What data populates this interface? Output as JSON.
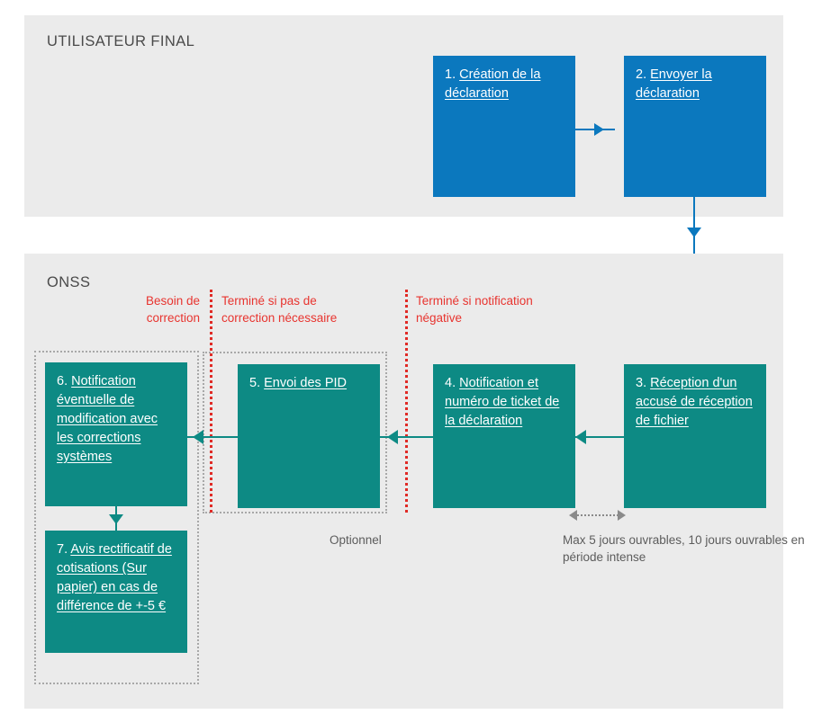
{
  "diagram": {
    "title_user_zone": "UTILISATEUR FINAL",
    "title_onss_zone": "ONSS",
    "colors": {
      "user_zone_accent": "#0b78be",
      "onss_zone_accent": "#0d8a84",
      "annotation_red": "#e8342f",
      "panel_background": "#ebebeb",
      "dotted_gray": "#a8a8a8"
    },
    "nodes": [
      {
        "id": "node-1",
        "number": "1.",
        "label": "Création de la déclaration",
        "zone": "UTILISATEUR FINAL",
        "color": "#0b78be"
      },
      {
        "id": "node-2",
        "number": "2.",
        "label": "Envoyer la déclaration",
        "zone": "UTILISATEUR FINAL",
        "color": "#0b78be"
      },
      {
        "id": "node-3",
        "number": "3.",
        "label": "Réception d'un accusé de réception de fichier",
        "zone": "ONSS",
        "color": "#0d8a84"
      },
      {
        "id": "node-4",
        "number": "4.",
        "label": "Notification et numéro de ticket de la déclaration",
        "zone": "ONSS",
        "color": "#0d8a84"
      },
      {
        "id": "node-5",
        "number": "5.",
        "label": "Envoi des PID",
        "zone": "ONSS",
        "color": "#0d8a84"
      },
      {
        "id": "node-6",
        "number": "6.",
        "label": "Notification éventuelle de modification avec les corrections systèmes",
        "zone": "ONSS",
        "color": "#0d8a84"
      },
      {
        "id": "node-7",
        "number": "7.",
        "label": "Avis rectificatif de cotisations (Sur papier) en cas de différence de +-5 €",
        "zone": "ONSS",
        "color": "#0d8a84"
      }
    ],
    "red_annotations": [
      {
        "id": "red-lab-1",
        "text": "Besoin de correction",
        "align": "right"
      },
      {
        "id": "red-lab-2",
        "text": "Terminé si pas de correction nécessaire",
        "align": "left"
      },
      {
        "id": "red-lab-3",
        "text": "Terminé si notification négative",
        "align": "left"
      }
    ],
    "gray_annotations": [
      {
        "id": "lab-optionnel",
        "text": "Optionnel"
      },
      {
        "id": "lab-maxdays",
        "text": "Max 5 jours ouvrables, 10 jours ouvrables en période intense"
      }
    ]
  }
}
